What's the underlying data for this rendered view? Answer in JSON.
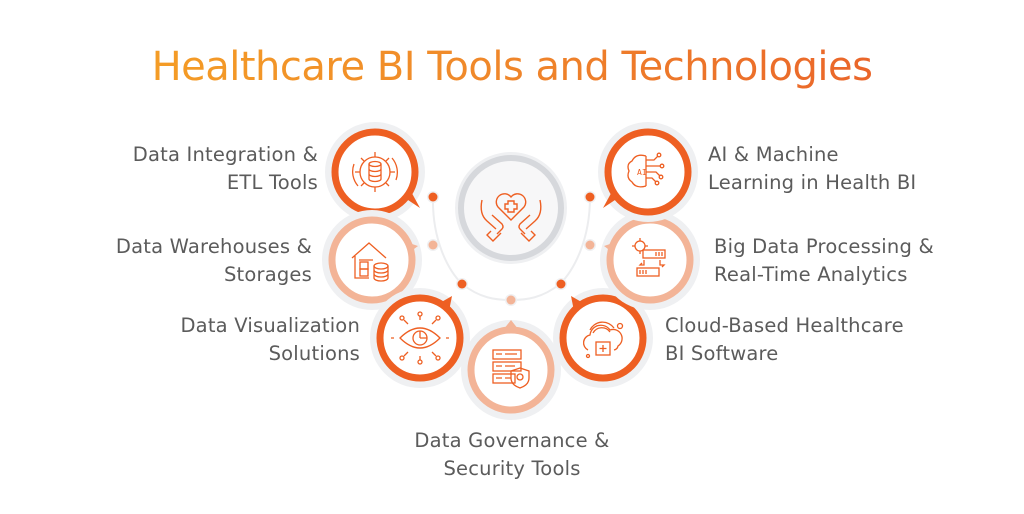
{
  "title": "Healthcare BI Tools and Technologies",
  "colors": {
    "title_gradient_start": "#F6A524",
    "title_gradient_end": "#E8582A",
    "dark_accent": "#EE5F22",
    "light_accent": "#F3B497",
    "ring_gray": "#D6D8DC",
    "halo": "#EFF0F2",
    "text": "#5B5B5B"
  },
  "center": {
    "icon": "heart-in-hands-icon"
  },
  "items": [
    {
      "id": "data-integration",
      "line1": "Data Integration &",
      "line2": "ETL Tools",
      "icon": "gear-database-sync-icon",
      "tone": "dark",
      "side": "left"
    },
    {
      "id": "data-warehouses",
      "line1": "Data Warehouses &",
      "line2": "Storages",
      "icon": "warehouse-database-icon",
      "tone": "light",
      "side": "left"
    },
    {
      "id": "data-visualization",
      "line1": "Data Visualization",
      "line2": "Solutions",
      "icon": "eye-chart-network-icon",
      "tone": "dark",
      "side": "left"
    },
    {
      "id": "data-governance",
      "line1": "Data Governance &",
      "line2": "Security Tools",
      "icon": "server-shield-gear-icon",
      "tone": "light",
      "side": "bottom"
    },
    {
      "id": "cloud-bi",
      "line1": "Cloud-Based Healthcare",
      "line2": "BI Software",
      "icon": "cloud-medical-icon",
      "tone": "dark",
      "side": "right"
    },
    {
      "id": "big-data",
      "line1": "Big Data Processing &",
      "line2": "Real-Time Analytics",
      "icon": "gear-data-transfer-icon",
      "tone": "light",
      "side": "right"
    },
    {
      "id": "ai-ml",
      "line1": "AI & Machine",
      "line2": "Learning in Health BI",
      "icon": "ai-brain-circuit-icon",
      "tone": "dark",
      "side": "right"
    }
  ]
}
